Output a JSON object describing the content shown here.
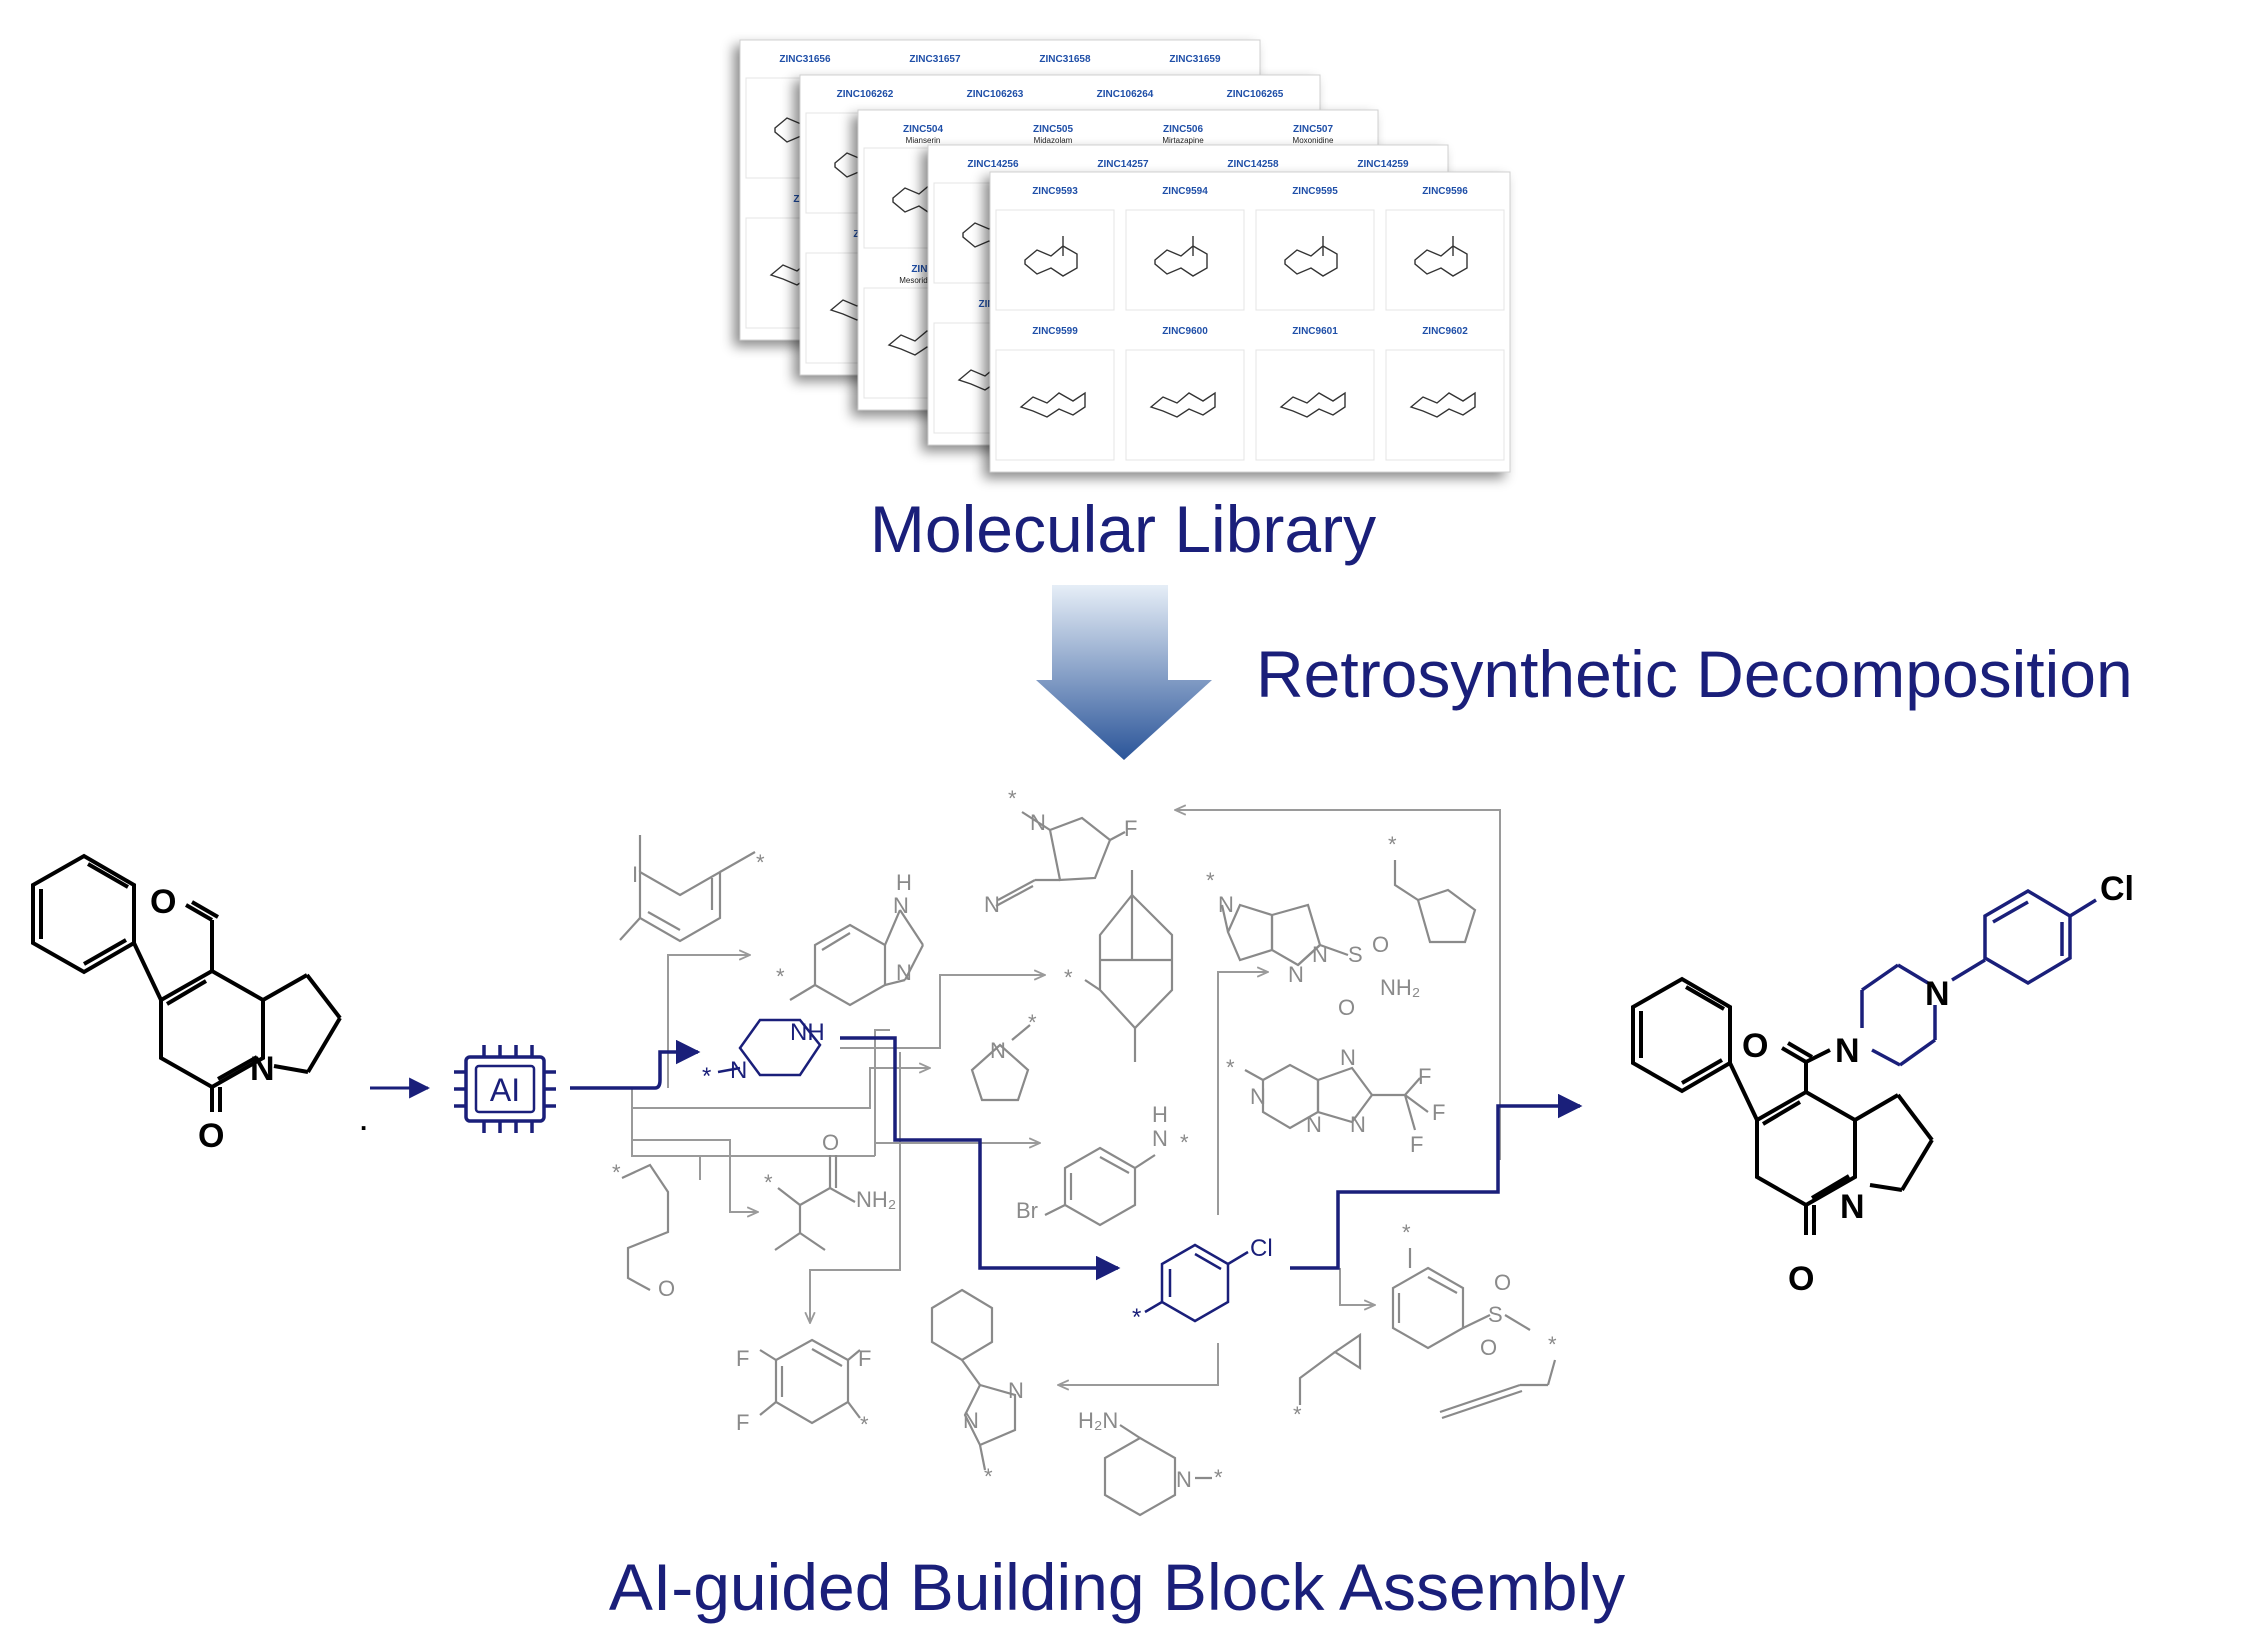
{
  "titles": {
    "library": "Molecular Library",
    "decomposition": "Retrosynthetic Decomposition",
    "assembly": "AI-guided Building Block Assembly"
  },
  "ai_chip": {
    "label": "AI"
  },
  "library_cards": [
    {
      "ids": [
        "ZINC31656",
        "ZINC31657",
        "ZINC31658",
        "ZINC31659"
      ],
      "row2": [
        "ZINC"
      ],
      "sub": []
    },
    {
      "ids": [
        "ZINC106262",
        "ZINC106263",
        "ZINC106264",
        "ZINC106265"
      ],
      "row2": [
        "ZINC"
      ],
      "sub": []
    },
    {
      "ids": [
        "ZINC504",
        "ZINC505",
        "ZINC506",
        "ZINC507"
      ],
      "row2": [
        "ZINC"
      ],
      "sub": [
        "Mianserin",
        "Midazolam",
        "Mirtazapine",
        "Moxonidine"
      ],
      "row2sub": [
        "Mesoridazine"
      ]
    },
    {
      "ids": [
        "ZINC14256",
        "ZINC14257",
        "ZINC14258",
        "ZINC14259"
      ],
      "row2": [
        "ZINC1"
      ],
      "sub": []
    },
    {
      "ids": [
        "ZINC9593",
        "ZINC9594",
        "ZINC9595",
        "ZINC9596"
      ],
      "row2": [
        "ZINC9599",
        "ZINC9600",
        "ZINC9601",
        "ZINC9602"
      ],
      "sub": []
    }
  ],
  "atoms": {
    "start": {
      "O_ald": "O",
      "N": "N",
      "O_lactam": "O",
      "dot": "."
    },
    "product": {
      "Cl": "Cl",
      "N_top": "N",
      "N_bottom": "N",
      "O_amide": "O",
      "N_ring": "N",
      "O_lactam": "O"
    },
    "frag_iodo": {
      "I": "I",
      "star": "*"
    },
    "frag_benzimidazole": {
      "H": "H",
      "N_top": "N",
      "N_bottom": "N",
      "star": "*"
    },
    "frag_piperazine": {
      "NH": "NH",
      "N": "N",
      "star": "*"
    },
    "frag_pentanal": {
      "star": "*",
      "O": "O"
    },
    "frag_amide": {
      "star": "*",
      "O": "O",
      "NH2": "NH₂"
    },
    "frag_trifluoro": {
      "F1": "F",
      "F2": "F",
      "F3": "F",
      "star": "*"
    },
    "frag_phenylimidazole": {
      "N1": "N",
      "N2": "N",
      "star": "*"
    },
    "frag_aminopiperidine": {
      "H2N": "H₂N",
      "N": "N",
      "star": "*"
    },
    "frag_fluoropyrrolidine": {
      "star": "*",
      "N": "N",
      "F": "F",
      "N_nitrile": "N"
    },
    "frag_adamantane": {
      "star": "*"
    },
    "frag_pyrrolidine": {
      "N": "N",
      "star": "*"
    },
    "frag_bromoaniline": {
      "H": "H",
      "N": "N",
      "star": "*",
      "Br": "Br"
    },
    "frag_chlorophenyl": {
      "Cl": "Cl",
      "star": "*"
    },
    "frag_pyrrolopyrazole": {
      "star": "*",
      "N1": "N",
      "N2": "N",
      "N3": "N",
      "S": "S",
      "O1": "O",
      "O2": "O",
      "NH2": "NH₂"
    },
    "frag_cyclopentyl": {
      "star": "*"
    },
    "frag_triazolopyrazine": {
      "star": "*",
      "N1": "N",
      "N2": "N",
      "N3": "N",
      "N4": "N",
      "F1": "F",
      "F2": "F",
      "F3": "F"
    },
    "frag_sulfone": {
      "star": "*",
      "S": "S",
      "O1": "O",
      "O2": "O"
    },
    "frag_cyclopropyl": {
      "star": "*"
    },
    "frag_butyne": {
      "star": "*"
    }
  },
  "colors": {
    "navy": "#1a1f7a",
    "black": "#000000",
    "fragment_gray": "#8a8a8a",
    "card_id_blue": "#1f4fa8",
    "arrow_gradient_top": "#e6eef7",
    "arrow_gradient_bottom": "#2b5599"
  }
}
